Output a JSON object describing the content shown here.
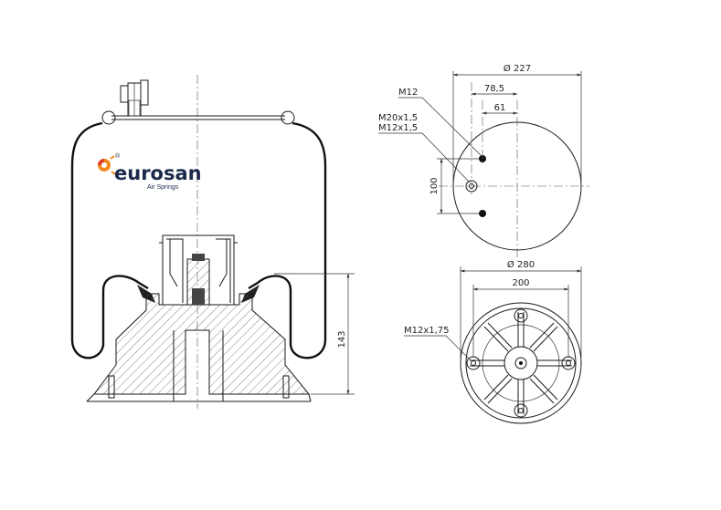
{
  "logo": {
    "brand": "eurosan",
    "tagline": "Air Springs",
    "registered": "®",
    "colors": {
      "text": "#1b2a4a",
      "mark_orange": "#f08a1c",
      "mark_red": "#e0442a"
    }
  },
  "side_view": {
    "height_label": "143"
  },
  "top_view": {
    "diameter_label": "Ø 227",
    "offset_outer_label": "78,5",
    "offset_inner_label": "61",
    "spacing_label": "100",
    "thread_stud_label": "M12",
    "thread_air_label": "M20x1,5",
    "thread_air_label_2": "M12x1,5"
  },
  "bottom_view": {
    "diameter_label": "Ø 280",
    "bolt_circle_label": "200",
    "thread_label": "M12x1,75"
  }
}
